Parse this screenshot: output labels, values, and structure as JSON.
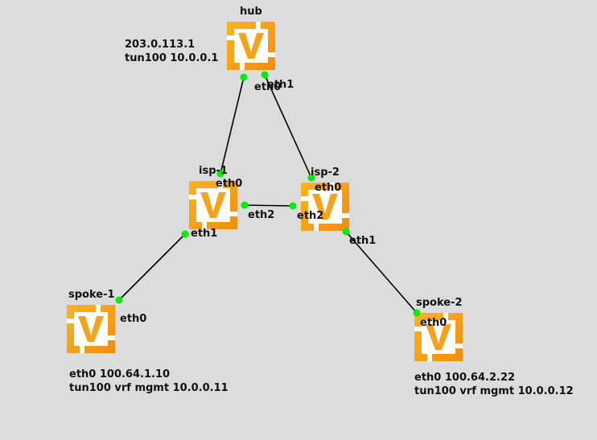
{
  "colors": {
    "background": "#dcdcdc",
    "icon_orange": "#f7a21b",
    "icon_orange_dark": "#f28c0f",
    "port": "#00ee00",
    "link": "#000000"
  },
  "nodes": [
    {
      "id": "hub",
      "label": "hub",
      "icon": "vyos-router-icon",
      "info": [
        "203.0.113.1",
        "tun100 10.0.0.1"
      ]
    },
    {
      "id": "isp-1",
      "label": "isp-1",
      "icon": "vyos-router-icon",
      "info": []
    },
    {
      "id": "isp-2",
      "label": "isp-2",
      "icon": "vyos-router-icon",
      "info": []
    },
    {
      "id": "spoke-1",
      "label": "spoke-1",
      "icon": "vyos-router-icon",
      "info": [
        "eth0 100.64.1.10",
        "tun100 vrf mgmt 10.0.0.11"
      ]
    },
    {
      "id": "spoke-2",
      "label": "spoke-2",
      "icon": "vyos-router-icon",
      "info": [
        "eth0 100.64.2.22",
        "tun100 vrf mgmt 10.0.0.12"
      ]
    }
  ],
  "links": [
    {
      "a": "hub",
      "a_port": "eth0",
      "b": "isp-1",
      "b_port": "eth0"
    },
    {
      "a": "hub",
      "a_port": "eth1",
      "b": "isp-2",
      "b_port": "eth0"
    },
    {
      "a": "isp-1",
      "a_port": "eth2",
      "b": "isp-2",
      "b_port": "eth2"
    },
    {
      "a": "isp-1",
      "a_port": "eth1",
      "b": "spoke-1",
      "b_port": "eth0"
    },
    {
      "a": "isp-2",
      "a_port": "eth1",
      "b": "spoke-2",
      "b_port": "eth0"
    }
  ]
}
